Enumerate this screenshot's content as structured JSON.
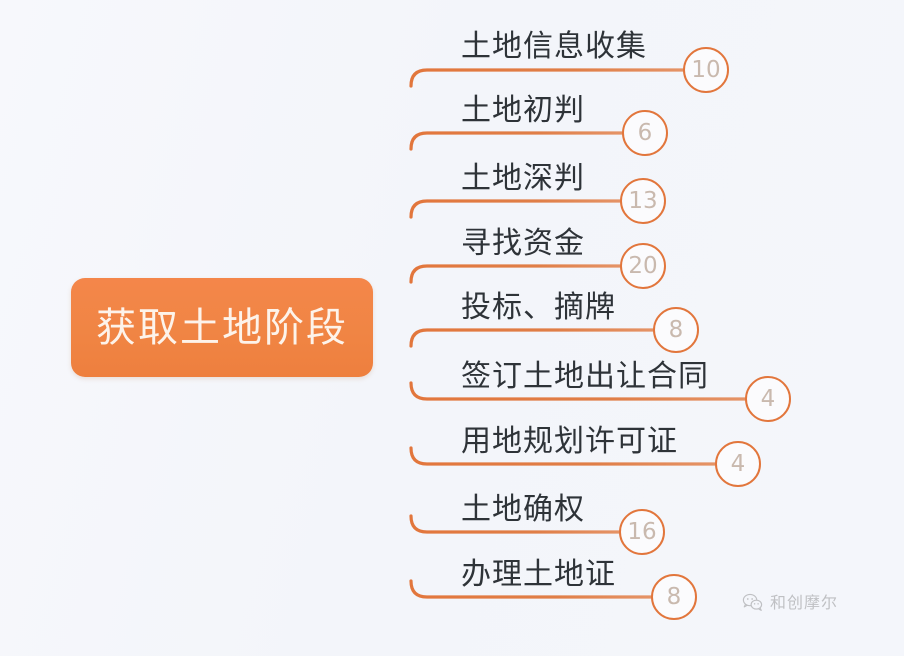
{
  "diagram": {
    "type": "mindmap",
    "root": {
      "label": "获取土地阶段"
    },
    "branches": [
      {
        "label": "土地信息收集",
        "count": "10"
      },
      {
        "label": "土地初判",
        "count": "6"
      },
      {
        "label": "土地深判",
        "count": "13"
      },
      {
        "label": "寻找资金",
        "count": "20"
      },
      {
        "label": "投标、摘牌",
        "count": "8"
      },
      {
        "label": "签订土地出让合同",
        "count": "4"
      },
      {
        "label": "用地规划许可证",
        "count": "4"
      },
      {
        "label": "土地确权",
        "count": "16"
      },
      {
        "label": "办理土地证",
        "count": "8"
      }
    ],
    "colors": {
      "node_fill": "#f08544",
      "node_text": "#fdf3ea",
      "line": "#e2763c",
      "badge_border": "#e2763c",
      "badge_text": "#c9b9ae",
      "label_text": "#2e3338",
      "background": "#f4f6fb"
    }
  },
  "watermark": {
    "icon": "wechat-icon",
    "text": "和创摩尔"
  }
}
